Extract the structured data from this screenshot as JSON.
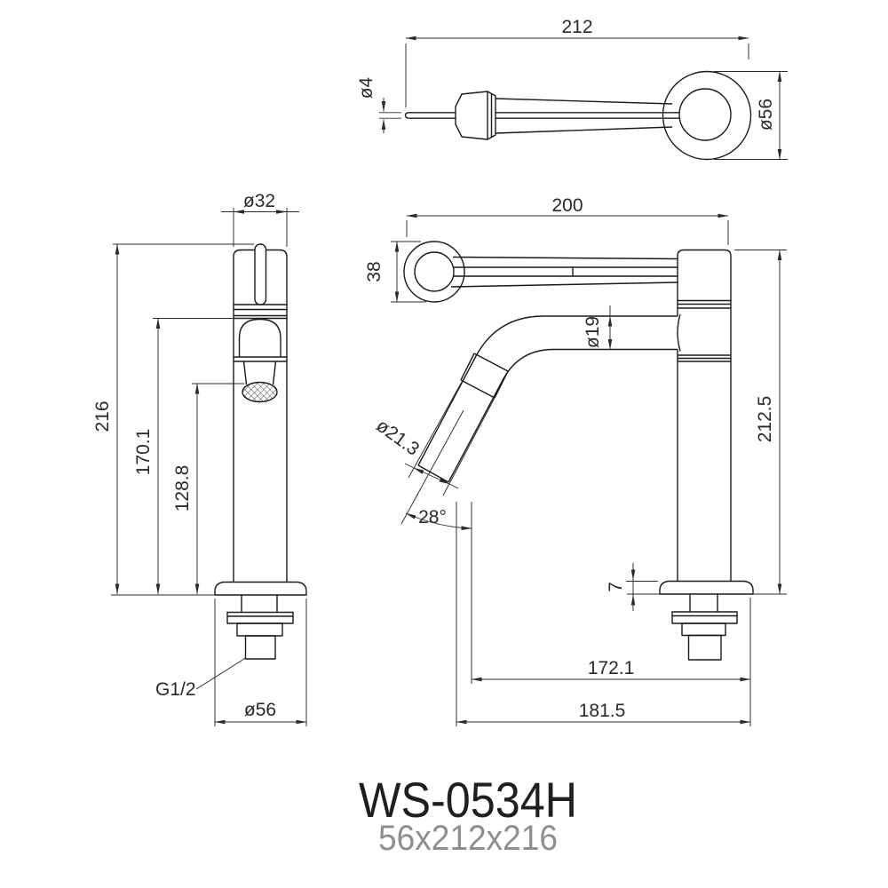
{
  "meta": {
    "title": "WS-0534H",
    "subtitle": "56x212x216"
  },
  "colors": {
    "line": "#1a1a1a",
    "dim_text": "#2a2a2a",
    "subtitle_text": "#8f8f8f",
    "background": "#ffffff"
  },
  "top_view": {
    "length": "212",
    "lever_dia": "ø4",
    "ring_dia": "ø56"
  },
  "front_view": {
    "cap_dia": "ø32",
    "height": "216",
    "spout_height": "170.1",
    "aerator_height": "128.8",
    "thread": "G1/2",
    "base_dia": "ø56"
  },
  "side_view": {
    "reach": "200",
    "lever_height": "38",
    "spout_dia": "ø19",
    "spout_tip_dia": "ø21.3",
    "spout_angle": "28°",
    "height": "212.5",
    "base_plate_thickness": "7",
    "spout_reach": "172.1",
    "overall_depth": "181.5"
  }
}
